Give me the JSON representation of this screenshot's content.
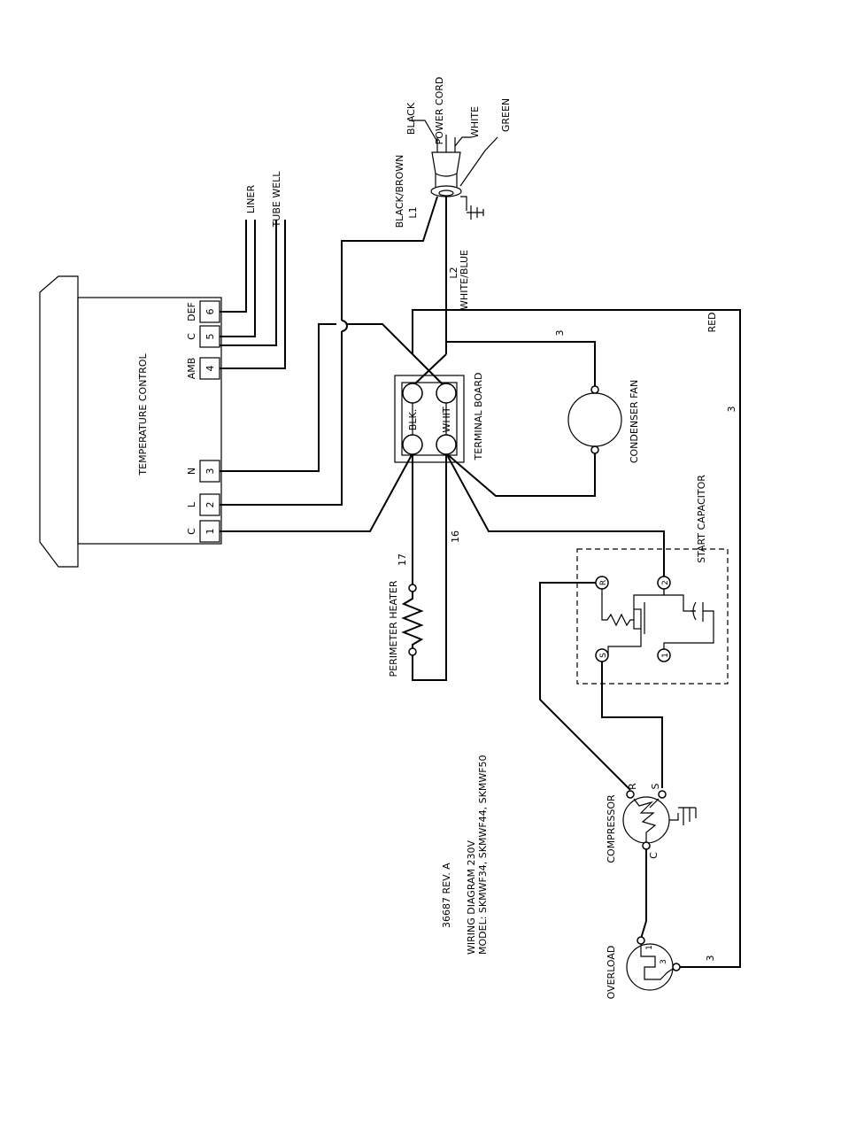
{
  "labels": {
    "temperature_control": "TEMPERATURE CONTROL",
    "tc_term_c1": "C",
    "tc_term_l": "L",
    "tc_term_n": "N",
    "tc_term_amb": "AMB",
    "tc_term_c2": "C",
    "tc_term_def": "DEF",
    "tc_num_1": "1",
    "tc_num_2": "2",
    "tc_num_3": "3",
    "tc_num_4": "4",
    "tc_num_5": "5",
    "tc_num_6": "6",
    "liner": "LINER",
    "tube_well": "TUBE WELL",
    "black_brown": "BLACK/BROWN",
    "l1": "L1",
    "black": "BLACK",
    "power_cord": "POWER CORD",
    "white": "WHITE",
    "green": "GREEN",
    "l2": "L2",
    "white_blue": "WHITE/BLUE",
    "red": "RED",
    "wire3_top": "3",
    "wire3_right": "3",
    "wire3_bottom": "3",
    "terminal_board": "TERMINAL BOARD",
    "blk": "BLK.",
    "whit": "WHIT",
    "condenser_fan": "CONDENSER FAN",
    "start_capacitor": "START CAPACITOR",
    "wire17": "17",
    "wire16": "16",
    "perimeter_heater": "PERIMETER HEATER",
    "relay_r": "R",
    "relay_2": "2",
    "relay_s": "S",
    "relay_1": "1",
    "compressor": "COMPRESSOR",
    "comp_r": "R",
    "comp_s": "S",
    "comp_c": "C",
    "overload": "OVERLOAD",
    "ol_1": "1",
    "ol_3": "3",
    "doc_number": "36687    REV. A",
    "doc_title": "WIRING DIAGRAM  230V",
    "doc_models": "MODEL: SKMWF34, SKMWF44, SKMWF50"
  }
}
